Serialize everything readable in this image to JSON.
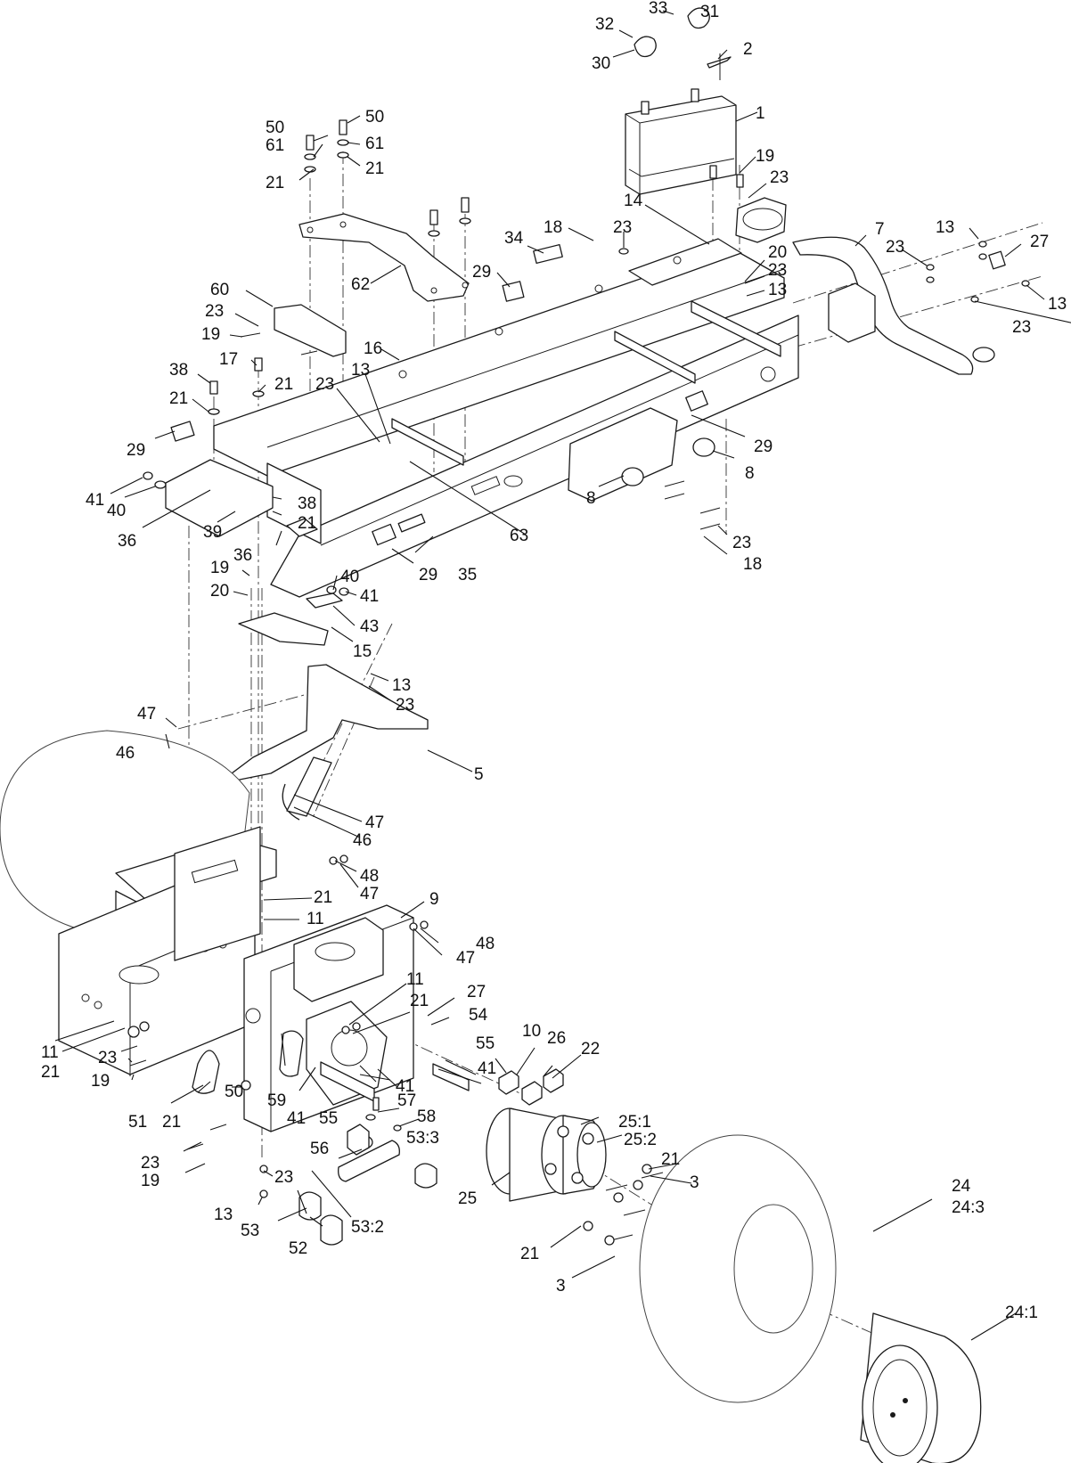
{
  "figure": {
    "title": ""
  },
  "callouts": [
    {
      "id": "c-33",
      "text": "33"
    },
    {
      "id": "c-31",
      "text": "31"
    },
    {
      "id": "c-32",
      "text": "32"
    },
    {
      "id": "c-30",
      "text": "30"
    },
    {
      "id": "c-2",
      "text": "2"
    },
    {
      "id": "c-1",
      "text": "1"
    },
    {
      "id": "c-50a",
      "text": "50"
    },
    {
      "id": "c-50b",
      "text": "50"
    },
    {
      "id": "c-61a",
      "text": "61"
    },
    {
      "id": "c-61b",
      "text": "61"
    },
    {
      "id": "c-21a",
      "text": "21"
    },
    {
      "id": "c-21b",
      "text": "21"
    },
    {
      "id": "c-19a",
      "text": "19"
    },
    {
      "id": "c-23a",
      "text": "23"
    },
    {
      "id": "c-14",
      "text": "14"
    },
    {
      "id": "c-18a",
      "text": "18"
    },
    {
      "id": "c-23b",
      "text": "23"
    },
    {
      "id": "c-34",
      "text": "34"
    },
    {
      "id": "c-7",
      "text": "7"
    },
    {
      "id": "c-13a",
      "text": "13"
    },
    {
      "id": "c-23c",
      "text": "23"
    },
    {
      "id": "c-27a",
      "text": "27"
    },
    {
      "id": "c-20a",
      "text": "20"
    },
    {
      "id": "c-23d",
      "text": "23"
    },
    {
      "id": "c-13b",
      "text": "13"
    },
    {
      "id": "c-29a",
      "text": "29"
    },
    {
      "id": "c-13c",
      "text": "13"
    },
    {
      "id": "c-23e",
      "text": "23"
    },
    {
      "id": "c-62",
      "text": "62"
    },
    {
      "id": "c-60",
      "text": "60"
    },
    {
      "id": "c-23f",
      "text": "23"
    },
    {
      "id": "c-19b",
      "text": "19"
    },
    {
      "id": "c-16",
      "text": "16"
    },
    {
      "id": "c-17",
      "text": "17"
    },
    {
      "id": "c-21c",
      "text": "21"
    },
    {
      "id": "c-38a",
      "text": "38"
    },
    {
      "id": "c-21d",
      "text": "21"
    },
    {
      "id": "c-23g",
      "text": "23"
    },
    {
      "id": "c-13d",
      "text": "13"
    },
    {
      "id": "c-29b",
      "text": "29"
    },
    {
      "id": "c-29c",
      "text": "29"
    },
    {
      "id": "c-8a",
      "text": "8"
    },
    {
      "id": "c-8b",
      "text": "8"
    },
    {
      "id": "c-41a",
      "text": "41"
    },
    {
      "id": "c-40a",
      "text": "40"
    },
    {
      "id": "c-36a",
      "text": "36"
    },
    {
      "id": "c-39",
      "text": "39"
    },
    {
      "id": "c-38b",
      "text": "38"
    },
    {
      "id": "c-21e",
      "text": "21"
    },
    {
      "id": "c-36b",
      "text": "36"
    },
    {
      "id": "c-63",
      "text": "63"
    },
    {
      "id": "c-23h",
      "text": "23"
    },
    {
      "id": "c-18b",
      "text": "18"
    },
    {
      "id": "c-19c",
      "text": "19"
    },
    {
      "id": "c-20b",
      "text": "20"
    },
    {
      "id": "c-29d",
      "text": "29"
    },
    {
      "id": "c-35",
      "text": "35"
    },
    {
      "id": "c-40b",
      "text": "40"
    },
    {
      "id": "c-41b",
      "text": "41"
    },
    {
      "id": "c-43",
      "text": "43"
    },
    {
      "id": "c-15",
      "text": "15"
    },
    {
      "id": "c-13e",
      "text": "13"
    },
    {
      "id": "c-23i",
      "text": "23"
    },
    {
      "id": "c-47a",
      "text": "47"
    },
    {
      "id": "c-46a",
      "text": "46"
    },
    {
      "id": "c-5",
      "text": "5"
    },
    {
      "id": "c-47b",
      "text": "47"
    },
    {
      "id": "c-46b",
      "text": "46"
    },
    {
      "id": "c-48a",
      "text": "48"
    },
    {
      "id": "c-47c",
      "text": "47"
    },
    {
      "id": "c-21f",
      "text": "21"
    },
    {
      "id": "c-11a",
      "text": "11"
    },
    {
      "id": "c-9",
      "text": "9"
    },
    {
      "id": "c-48b",
      "text": "48"
    },
    {
      "id": "c-47d",
      "text": "47"
    },
    {
      "id": "c-11b",
      "text": "11"
    },
    {
      "id": "c-27b",
      "text": "27"
    },
    {
      "id": "c-21g",
      "text": "21"
    },
    {
      "id": "c-54",
      "text": "54"
    },
    {
      "id": "c-11c",
      "text": "11"
    },
    {
      "id": "c-21h",
      "text": "21"
    },
    {
      "id": "c-23j",
      "text": "23"
    },
    {
      "id": "c-19d",
      "text": "19"
    },
    {
      "id": "c-10",
      "text": "10"
    },
    {
      "id": "c-26",
      "text": "26"
    },
    {
      "id": "c-22",
      "text": "22"
    },
    {
      "id": "c-55a",
      "text": "55"
    },
    {
      "id": "c-41c",
      "text": "41"
    },
    {
      "id": "c-41d",
      "text": "41"
    },
    {
      "id": "c-59",
      "text": "59"
    },
    {
      "id": "c-41e",
      "text": "41"
    },
    {
      "id": "c-55b",
      "text": "55"
    },
    {
      "id": "c-51",
      "text": "51"
    },
    {
      "id": "c-21i",
      "text": "21"
    },
    {
      "id": "c-50c",
      "text": "50"
    },
    {
      "id": "c-57",
      "text": "57"
    },
    {
      "id": "c-58",
      "text": "58"
    },
    {
      "id": "c-53-3",
      "text": "53:3"
    },
    {
      "id": "c-25-1",
      "text": "25:1"
    },
    {
      "id": "c-25-2",
      "text": "25:2"
    },
    {
      "id": "c-56",
      "text": "56"
    },
    {
      "id": "c-21j",
      "text": "21"
    },
    {
      "id": "c-3a",
      "text": "3"
    },
    {
      "id": "c-23k",
      "text": "23"
    },
    {
      "id": "c-19e",
      "text": "19"
    },
    {
      "id": "c-23l",
      "text": "23"
    },
    {
      "id": "c-25",
      "text": "25"
    },
    {
      "id": "c-24",
      "text": "24"
    },
    {
      "id": "c-24-3",
      "text": "24:3"
    },
    {
      "id": "c-13f",
      "text": "13"
    },
    {
      "id": "c-53",
      "text": "53"
    },
    {
      "id": "c-53-2",
      "text": "53:2"
    },
    {
      "id": "c-52",
      "text": "52"
    },
    {
      "id": "c-21k",
      "text": "21"
    },
    {
      "id": "c-3b",
      "text": "3"
    },
    {
      "id": "c-24-1",
      "text": "24:1"
    }
  ]
}
